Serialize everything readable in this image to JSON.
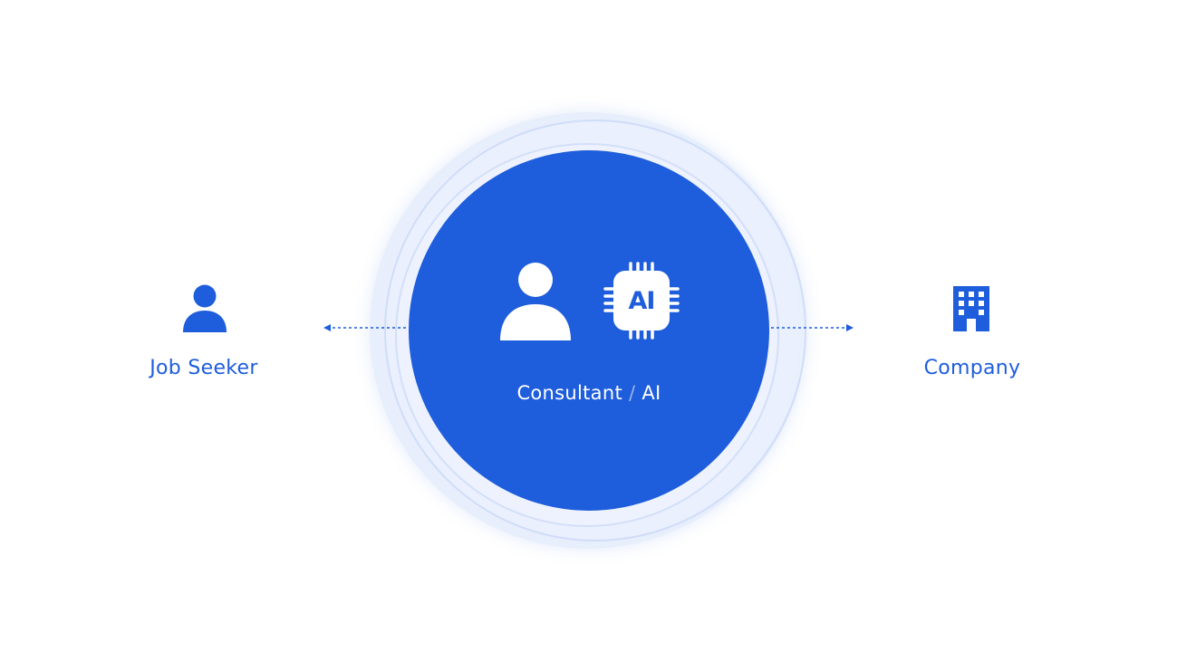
{
  "nodes": {
    "job_seeker": {
      "label": "Job Seeker",
      "icon": "person-icon"
    },
    "center": {
      "primary": "Consultant",
      "separator": "/",
      "secondary": "AI",
      "icons": [
        "person-icon",
        "ai-chip-icon"
      ],
      "chip_text": "AI"
    },
    "company": {
      "label": "Company",
      "icon": "building-icon"
    }
  },
  "connectors": [
    {
      "from": "center",
      "to": "job_seeker",
      "style": "dotted-arrow"
    },
    {
      "from": "center",
      "to": "company",
      "style": "dotted-arrow"
    }
  ],
  "colors": {
    "brand_blue": "#1e5ddb",
    "halo": "#dbe5fa",
    "background": "#ffffff"
  }
}
